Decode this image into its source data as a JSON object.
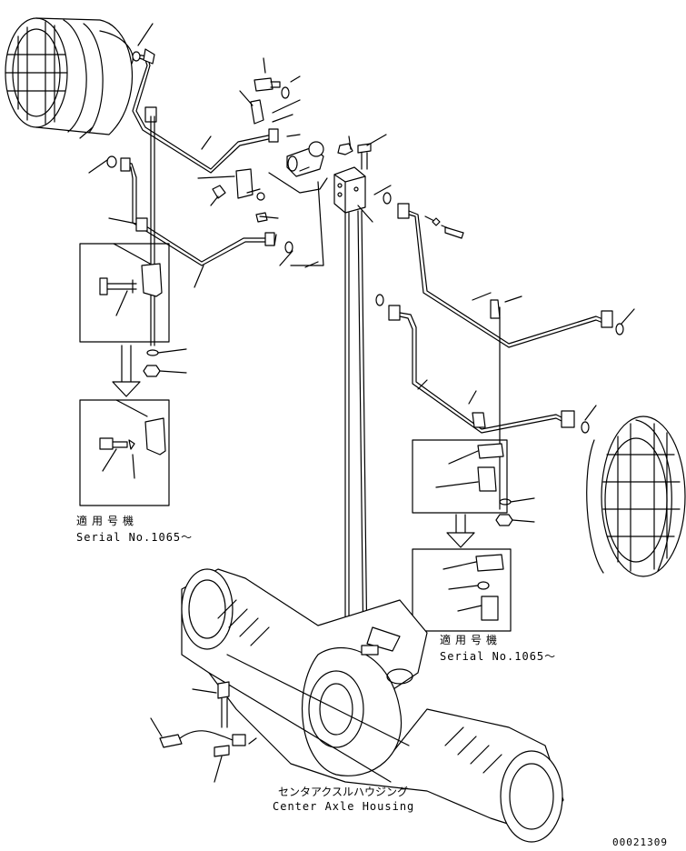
{
  "labels": {
    "applicable_left_jp": "適用号機",
    "serial_left": "Serial No.1065～",
    "applicable_right_jp": "適用号機",
    "serial_right": "Serial No.1065～",
    "housing_jp": "センタアクスルハウジング",
    "housing_en": "Center Axle Housing",
    "drawing_number": "00021309"
  }
}
